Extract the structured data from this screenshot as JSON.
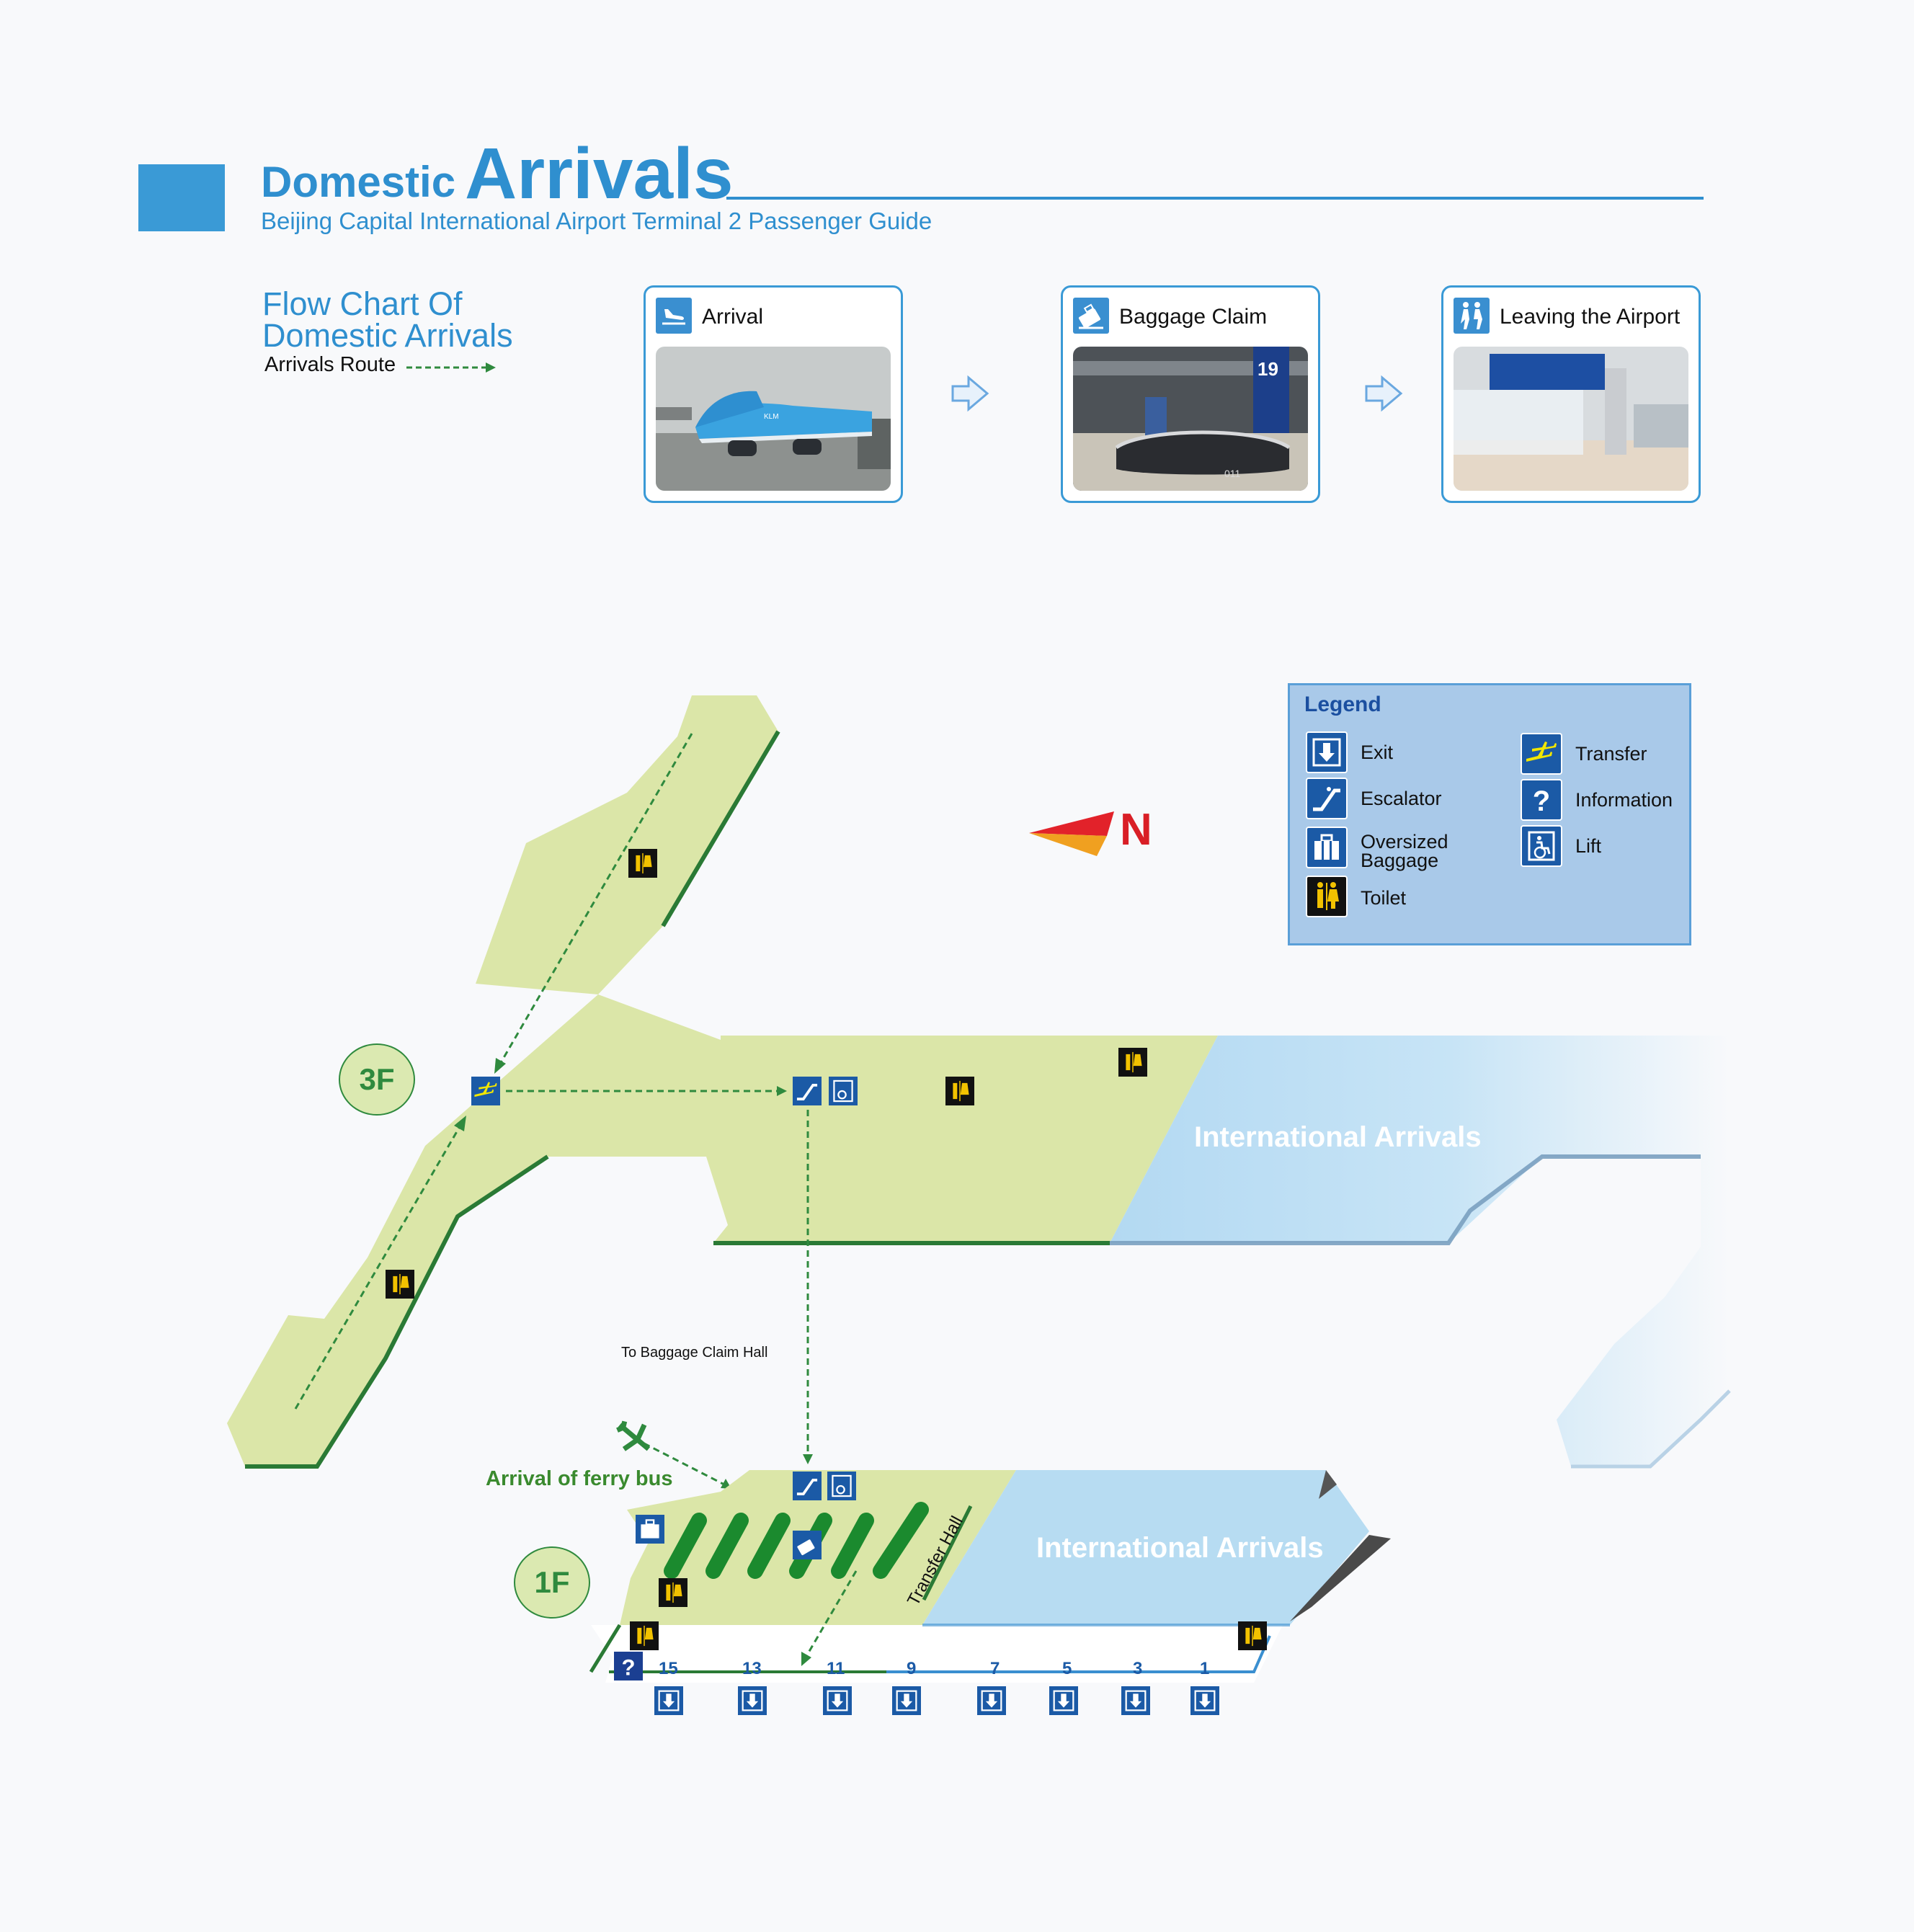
{
  "header": {
    "title_small": "Domestic",
    "title_large": "Arrivals",
    "subtitle": "Beijing Capital International Airport Terminal 2 Passenger Guide"
  },
  "flow_chart": {
    "title_line1": "Flow Chart Of",
    "title_line2": "Domestic Arrivals",
    "route_label": "Arrivals Route",
    "steps": [
      {
        "label": "Arrival",
        "icon": "arrival-plane-icon"
      },
      {
        "label": "Baggage Claim",
        "icon": "baggage-claim-icon"
      },
      {
        "label": "Leaving the Airport",
        "icon": "leaving-airport-icon"
      }
    ],
    "photo_text": {
      "carousel_number": "19",
      "belt_code": "011"
    }
  },
  "legend": {
    "title": "Legend",
    "items": [
      {
        "label": "Exit",
        "icon": "exit-icon"
      },
      {
        "label": "Escalator",
        "icon": "escalator-icon"
      },
      {
        "label": "Oversized",
        "label2": "Baggage",
        "icon": "oversized-baggage-icon"
      },
      {
        "label": "Toilet",
        "icon": "toilet-icon"
      },
      {
        "label": "Transfer",
        "icon": "transfer-icon"
      },
      {
        "label": "Information",
        "icon": "information-icon"
      },
      {
        "label": "Lift",
        "icon": "lift-icon"
      }
    ]
  },
  "compass": {
    "label": "N"
  },
  "map": {
    "floor_3f": "3F",
    "floor_1f": "1F",
    "intl_arrivals_3f": "International Arrivals",
    "intl_arrivals_1f": "International Arrivals",
    "to_baggage_claim": "To Baggage Claim Hall",
    "ferry_bus": "Arrival of ferry bus",
    "transfer_hall": "Transfer Hall",
    "exit_numbers": [
      "15",
      "13",
      "11",
      "9",
      "7",
      "5",
      "3",
      "1"
    ]
  },
  "colors": {
    "brand_blue": "#2f8fcf",
    "domestic_area": "#dbe6a8",
    "international_area": "#b7dcf2",
    "route_green": "#2f8a3e",
    "icon_blue": "#1b5aa6",
    "toilet_yellow": "#f2c200"
  }
}
